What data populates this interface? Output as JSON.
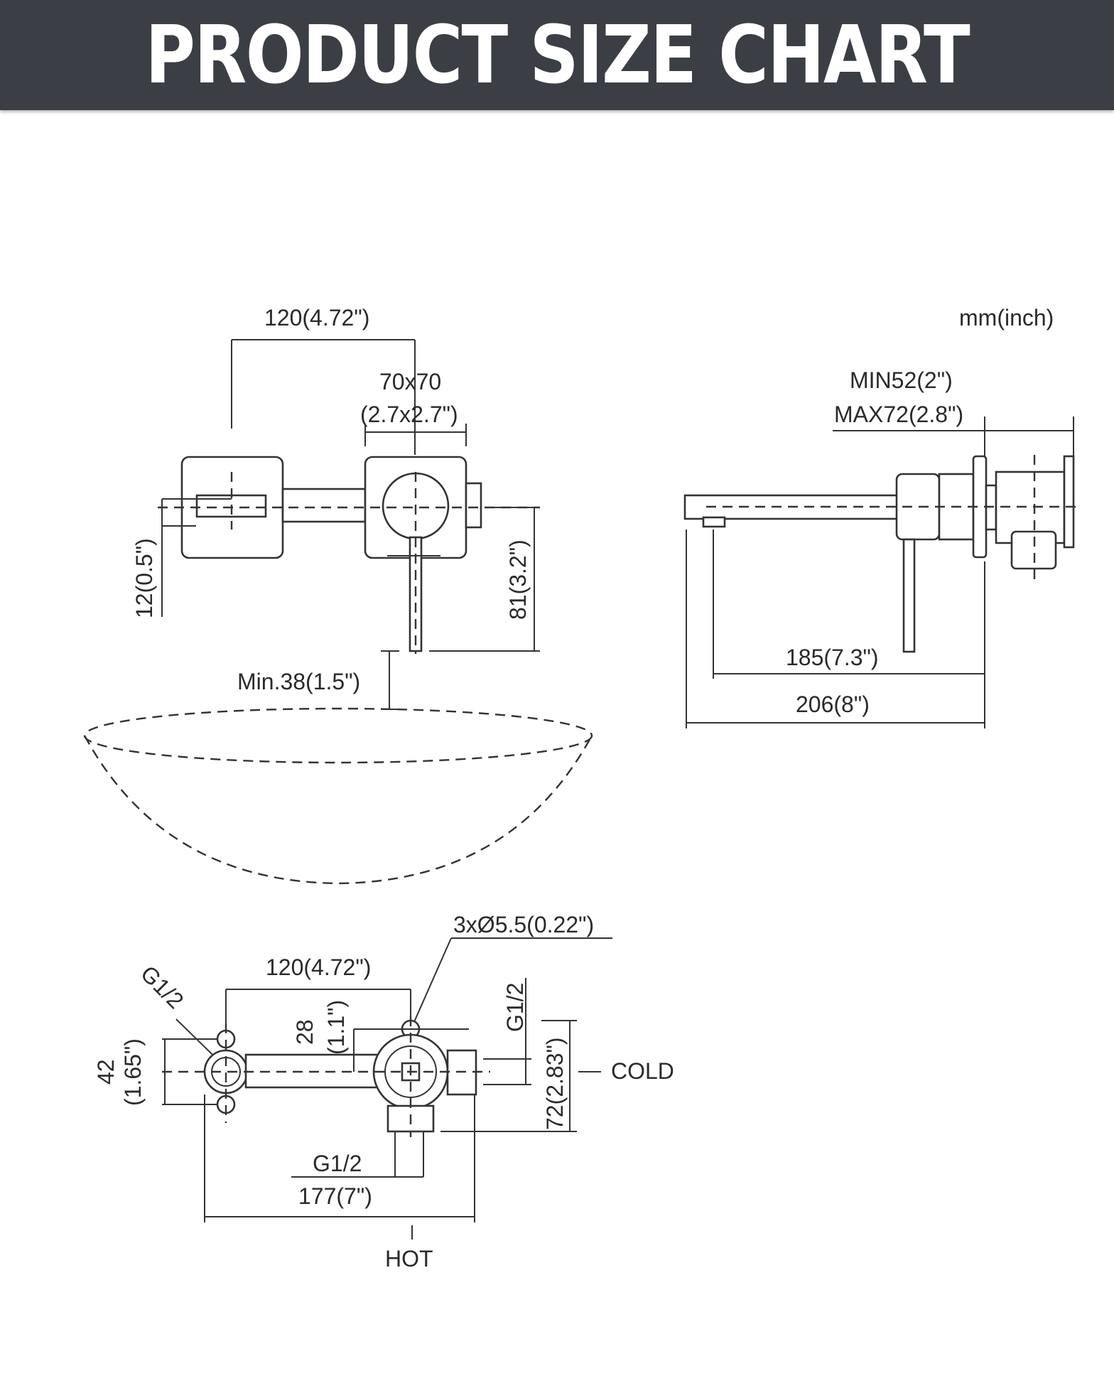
{
  "header": {
    "title": "PRODUCT SIZE CHART"
  },
  "units": "mm(inch)",
  "front_view": {
    "spacing": "120(4.72\")",
    "plate_size_line1": "70x70",
    "plate_size_line2": "(2.7x2.7\")",
    "spout_offset": "12(0.5\")",
    "handle_drop": "81(3.2\")",
    "basin_clearance": "Min.38(1.5\")"
  },
  "side_view": {
    "wall_min": "MIN52(2\")",
    "wall_max": "MAX72(2.8\")",
    "spout_reach": "185(7.3\")",
    "total_depth": "206(8\")"
  },
  "valve_view": {
    "holes": "3xØ5.5(0.22\")",
    "spacing": "120(4.72\")",
    "thread_left": "G1/2",
    "thread_top": "G1/2",
    "thread_bottom": "G1/2",
    "offset_28": "28",
    "offset_28_in": "(1.1\")",
    "height_42": "42",
    "height_42_in": "(1.65\")",
    "depth_72": "72(2.83\")",
    "total_width": "177(7\")",
    "cold_label": "COLD",
    "hot_label": "HOT"
  }
}
